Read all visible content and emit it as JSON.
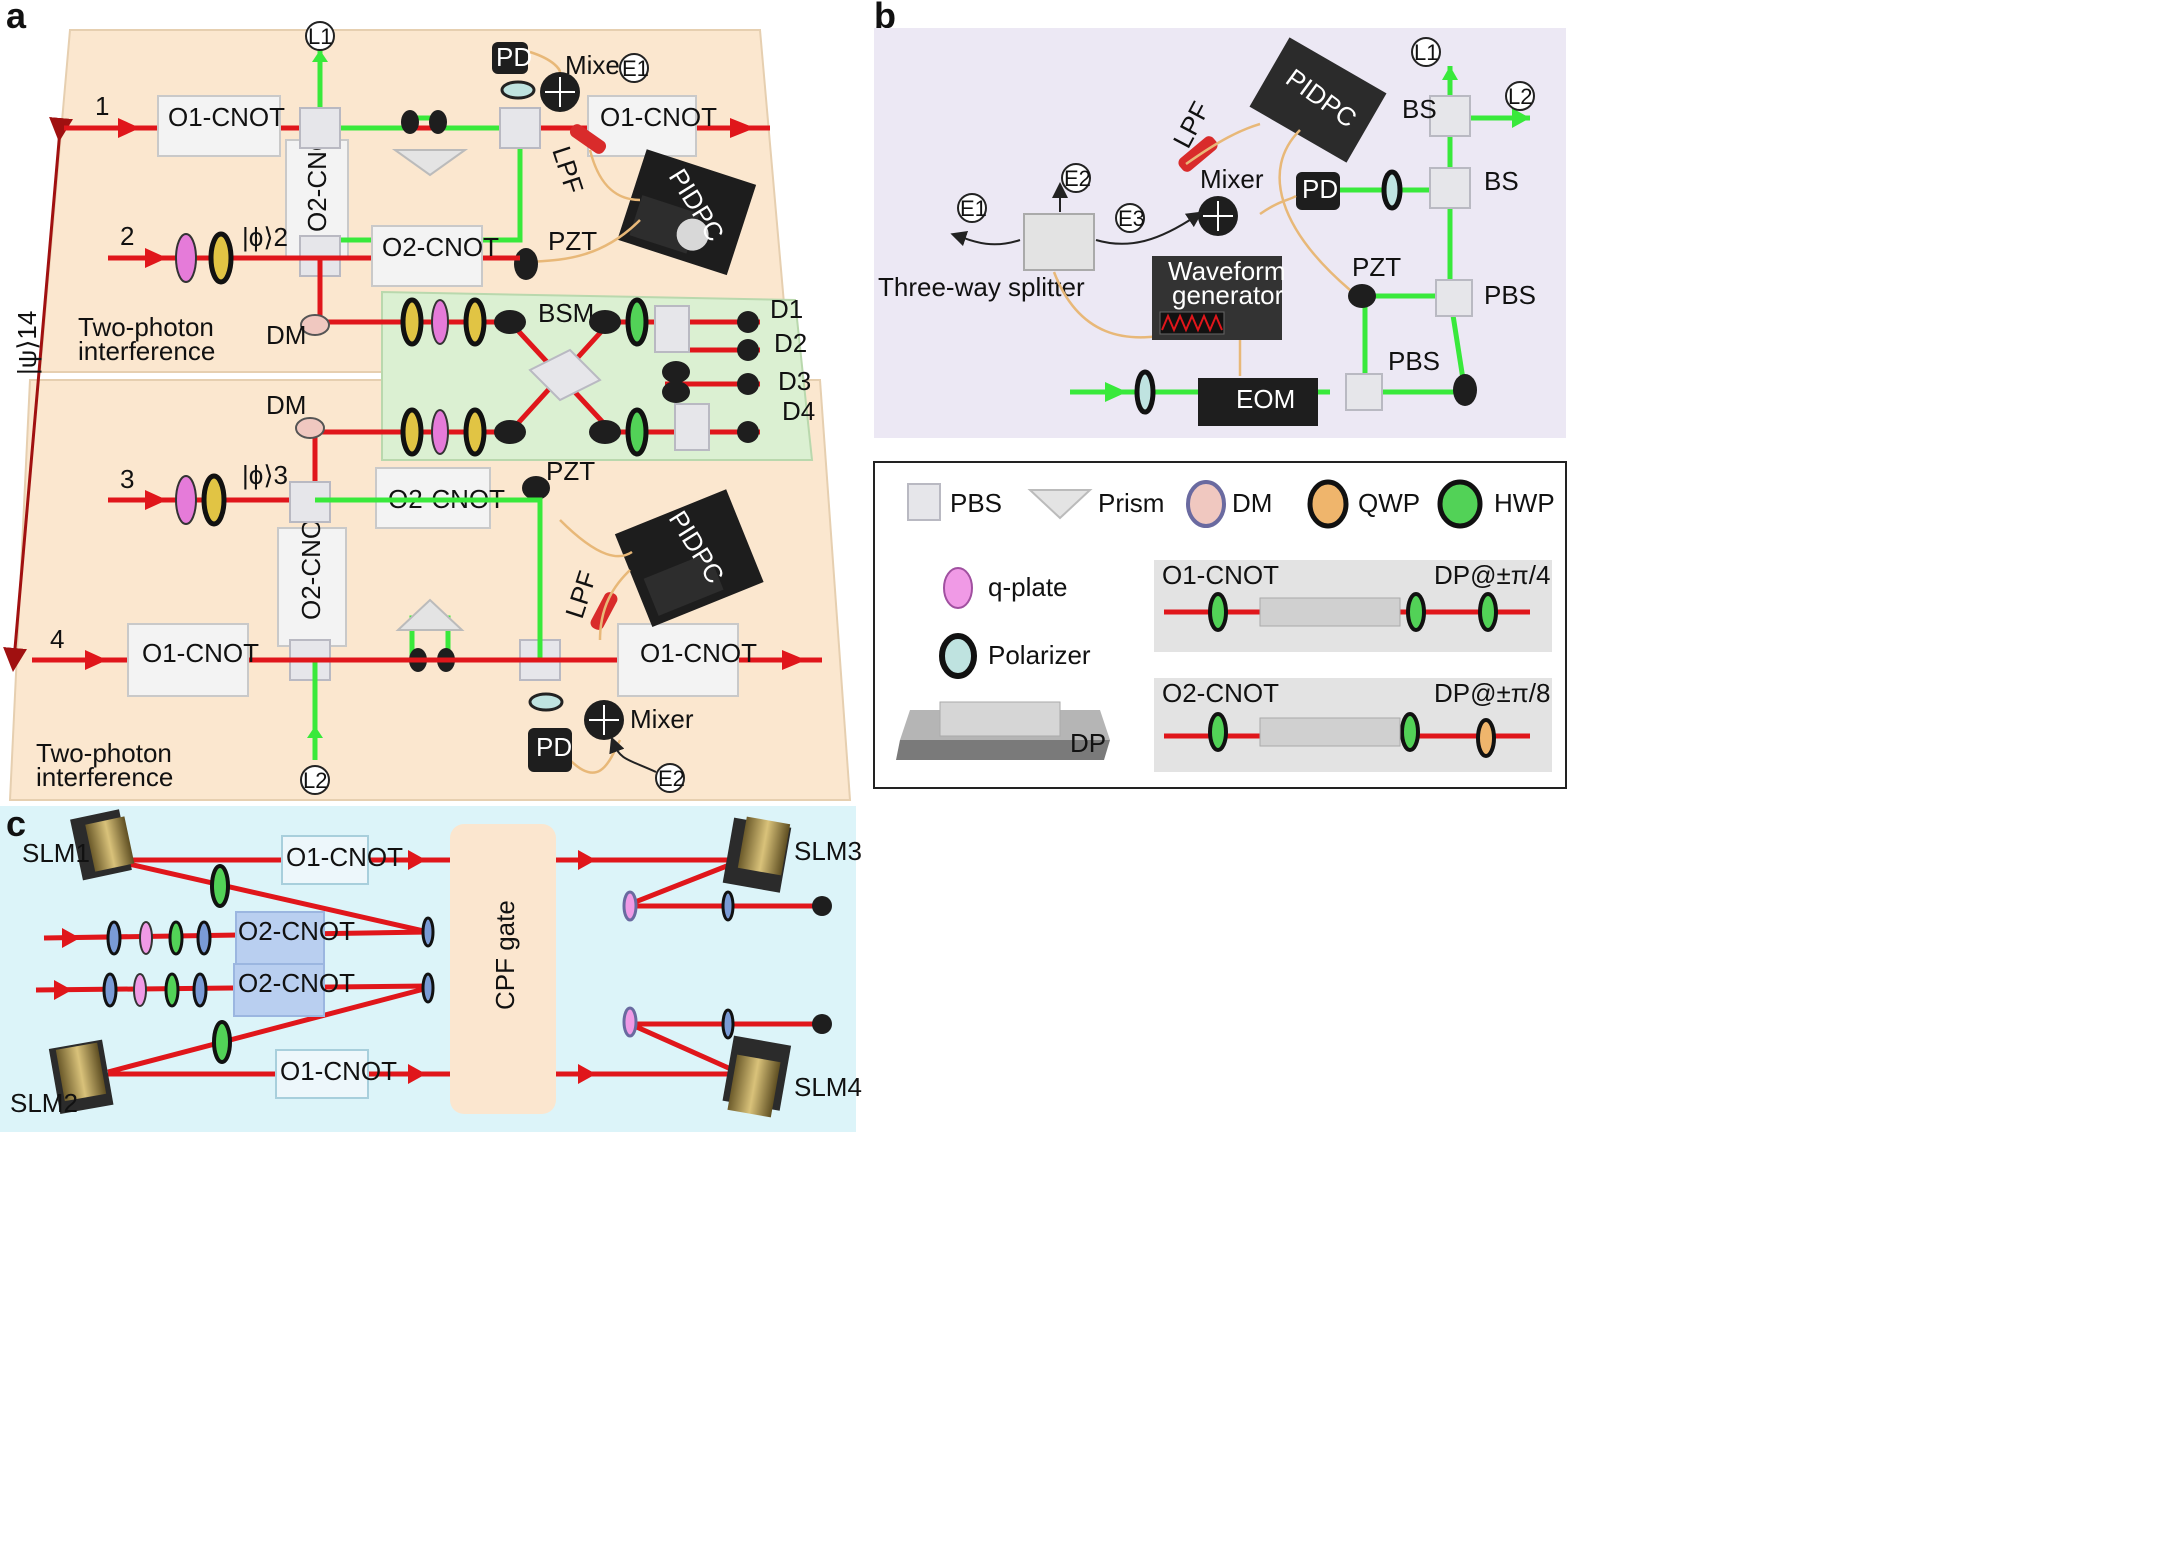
{
  "panel_labels": {
    "a": "a",
    "b": "b",
    "c": "c"
  },
  "panel_a": {
    "inputs": {
      "in1": "1",
      "in2": "2",
      "in3": "3",
      "in4": "4"
    },
    "state_phi2": "|ϕ⟩2",
    "state_phi3": "|ϕ⟩3",
    "state_phi14": "|ψ⟩14",
    "gates": {
      "o1_cnot": "O1-CNOT",
      "o2_cnot": "O2-CNOT"
    },
    "labels": {
      "pd": "PD",
      "mixer": "Mixer",
      "lpf": "LPF",
      "pidpc": "PIDPC",
      "pzt": "PZT",
      "dm": "DM",
      "bsm": "BSM",
      "two_photon_interference": "Two-photon\ninterference",
      "two_photon_interference_line1": "Two-photon",
      "two_photon_interference_line2": "interference"
    },
    "detectors": [
      "D1",
      "D2",
      "D3",
      "D4"
    ],
    "circles": {
      "l1": "L1",
      "l2": "L2",
      "e1": "E1",
      "e2": "E2"
    }
  },
  "panel_b": {
    "labels": {
      "pidpc": "PIDPC",
      "lpf": "LPF",
      "mixer": "Mixer",
      "pd": "PD",
      "bs": "BS",
      "pzt": "PZT",
      "pbs": "PBS",
      "eom": "EOM",
      "waveform_line1": "Waveform",
      "waveform_line2": "generator",
      "three_way_splitter": "Three-way splitter"
    },
    "circles": {
      "l1": "L1",
      "l2": "L2",
      "e1": "E1",
      "e2": "E2",
      "e3": "E3"
    }
  },
  "legend": {
    "pbs": "PBS",
    "prism": "Prism",
    "dm": "DM",
    "qwp": "QWP",
    "hwp": "HWP",
    "q_plate": "q-plate",
    "polarizer": "Polarizer",
    "dp": "DP",
    "o1_cnot": "O1-CNOT",
    "o2_cnot": "O2-CNOT",
    "dp_pi4": "DP@±π/4",
    "dp_pi8": "DP@±π/8"
  },
  "panel_c": {
    "slms": [
      "SLM1",
      "SLM2",
      "SLM3",
      "SLM4"
    ],
    "o1_cnot": "O1-CNOT",
    "o2_cnot": "O2-CNOT",
    "cpf_gate": "CPF gate"
  },
  "colors": {
    "beam_red": "#e0161b",
    "beam_green": "#39e93b",
    "panel_a_bg": "#fbe7cf",
    "bsm_bg": "#dbf0d2",
    "panel_b_bg": "#ece8f4",
    "panel_c_bg": "#dcf4f9"
  },
  "icons": [
    "pbs-cube-icon",
    "prism-icon",
    "dm-icon",
    "qwp-icon",
    "hwp-icon",
    "q-plate-icon",
    "polarizer-icon",
    "dp-icon",
    "pidpc-icon",
    "mixer-icon",
    "slm-icon",
    "detector-icon"
  ]
}
